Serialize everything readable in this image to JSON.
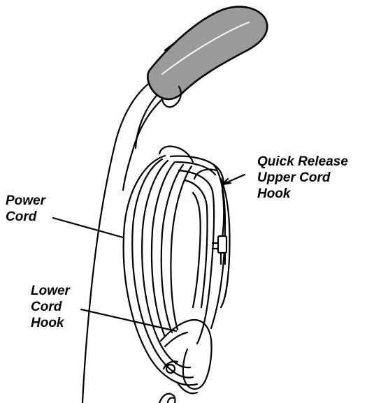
{
  "labels": {
    "quick_release": [
      "Quick Release",
      "Upper Cord",
      "Hook"
    ],
    "power_cord": [
      "Power",
      "Cord"
    ],
    "lower_cord_hook": [
      "Lower",
      "Cord",
      "Hook"
    ]
  },
  "colors": {
    "ink": "#000000",
    "handle_shade": "#9a9a9a",
    "background": "#ffffff"
  }
}
